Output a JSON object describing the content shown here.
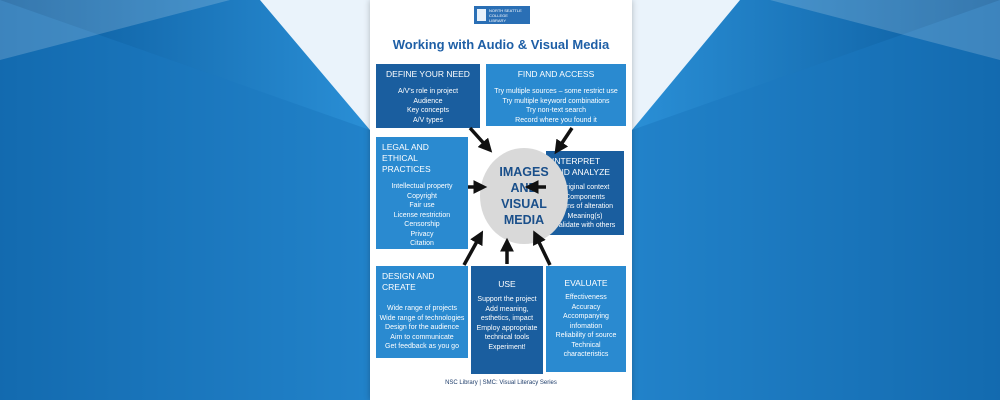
{
  "colors": {
    "bg_light": "#eaf3fb",
    "bg_blue": "#1d82c8",
    "box_dark": "#1a5e9f",
    "box_light": "#2a8ad0",
    "title": "#1e5fa6",
    "center": "#d9d9d9",
    "arrow": "#111111"
  },
  "logo": {
    "line1": "NORTH SEATTLE",
    "line2": "COLLEGE",
    "line3": "LIBRARY"
  },
  "title": "Working with Audio & Visual Media",
  "boxes": {
    "define": {
      "heading": "DEFINE YOUR NEED",
      "items": [
        "A/V's role in project",
        "Audience",
        "Key concepts",
        "A/V types"
      ]
    },
    "find": {
      "heading": "FIND AND ACCESS",
      "items": [
        "Try multiple sources – some restrict use",
        "Try multiple keyword combinations",
        "Try non-text search",
        "Record where you found it"
      ]
    },
    "legal": {
      "heading_line1": "LEGAL AND ETHICAL",
      "heading_line2": "PRACTICES",
      "items": [
        "Intellectual property",
        "Copyright",
        "Fair use",
        "License restriction",
        "Censorship",
        "Privacy",
        "Citation"
      ]
    },
    "interpret": {
      "heading_line1": "INTERPRET",
      "heading_line2": "AND ANALYZE",
      "items": [
        "Original context",
        "Components",
        "Signs of alteration",
        "Meaning(s)",
        "Validate with others"
      ]
    },
    "design": {
      "heading": "DESIGN AND CREATE",
      "items": [
        "Wide range of projects",
        "Wide range of technologies",
        "Design for the audience",
        "Aim to communicate",
        "Get feedback as you go"
      ]
    },
    "use": {
      "heading": "USE",
      "items": [
        "Support the project",
        "Add meaning,",
        "esthetics, impact",
        "Employ appropriate",
        "technical tools",
        "Experiment!"
      ]
    },
    "evaluate": {
      "heading": "EVALUATE",
      "items": [
        "Effectiveness",
        "Accuracy",
        "Accompanying",
        "infomation",
        "Reliability of source",
        "Technical",
        "characteristics"
      ]
    }
  },
  "center": {
    "lines": [
      "IMAGES",
      "AND",
      "VISUAL",
      "MEDIA"
    ]
  },
  "footer": "NSC Library | SMC: Visual Literacy Series"
}
